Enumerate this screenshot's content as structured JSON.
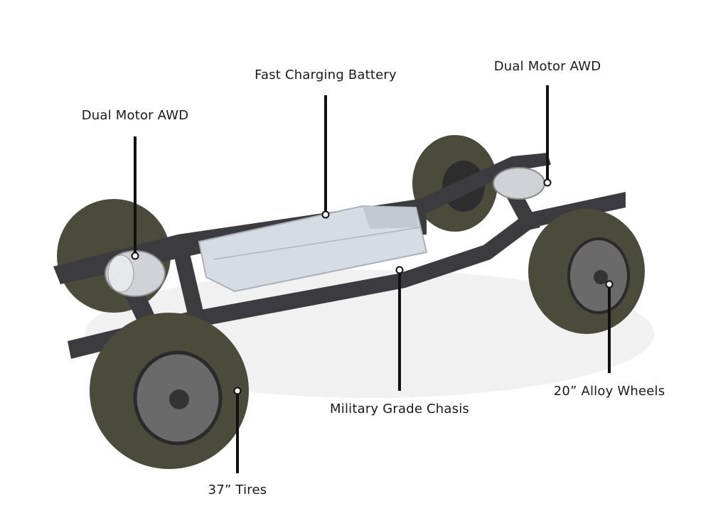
{
  "callouts": {
    "battery": "Fast Charging Battery",
    "motor_front": "Dual Motor AWD",
    "motor_rear": "Dual Motor AWD",
    "chassis": "Military Grade Chasis",
    "wheels": "20” Alloy Wheels",
    "tires": "37” Tires"
  },
  "colors": {
    "leader_line": "#111111",
    "tire": "#4a4a3a",
    "frame": "#3c3c40",
    "battery": "#d6dbe4"
  }
}
